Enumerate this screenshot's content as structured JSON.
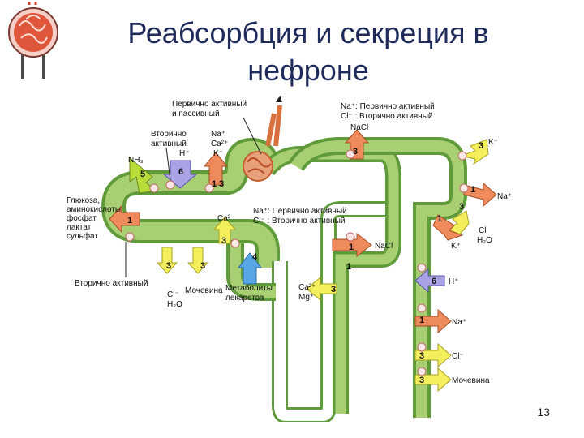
{
  "title_line1": "Реабсорбция и секреция в",
  "title_line2": "нефроне",
  "page_number": "13",
  "colors": {
    "tubule_outer": "#5f9b3a",
    "tubule_fill": "#a9cf73",
    "loop_fill": "#ffffff",
    "arrow_orange": "#ef8a5c",
    "arrow_yellow": "#f3ef5c",
    "arrow_green": "#b8dd3b",
    "arrow_violet": "#a9a3e6",
    "arrow_blue": "#58a6e3",
    "glomerulus": "#e0563a"
  },
  "labels": {
    "primary_passive": [
      "Первично активный",
      "и пассивный"
    ],
    "secondary_active_top": [
      "Вторично",
      "активный"
    ],
    "na_primary_top": [
      "Na⁺: Первично активный",
      "Cl⁻ : Вторично активный"
    ],
    "na_primary_mid": [
      "Na⁺: Первично активный",
      "Cl⁻ : Вторично активный"
    ],
    "glucose": [
      "Глюкоза,",
      "аминокислоты",
      "фосфат",
      "лактат",
      "сульфат"
    ],
    "secondary_active_bottom": "Вторично активный",
    "nacl_top": "NaCl",
    "nacl_mid": "NaCl",
    "k_top_right": "K⁺",
    "na_right": "Na⁺",
    "cl_h2o_right": [
      "Cl",
      "H₂O"
    ],
    "k_right": "K⁺",
    "h_right": "H⁺",
    "na_right_low": "Na⁺",
    "cl_right_low": "Cl⁻",
    "urea_right": "Мочевина",
    "nh3": "NH₃",
    "h_top": "H⁺",
    "na_ca_k_top": [
      "Na⁺",
      "Ca²⁺",
      "K⁺"
    ],
    "ca2_mid": "Ca²",
    "cl_h2o_left": [
      "Cl⁻",
      "H₂O"
    ],
    "urea_left": "Мочевина",
    "metabolites": [
      "Метаболиты",
      "лекарства"
    ],
    "ca_mg": [
      "Ca²⁺",
      "Mg⁺"
    ]
  },
  "badges": [
    "5",
    "6",
    "1",
    "3",
    "1",
    "3",
    "3",
    "3",
    "4",
    "1",
    "3",
    "3",
    "1",
    "1",
    "3",
    "6",
    "1",
    "3",
    "3",
    "3",
    "1"
  ]
}
